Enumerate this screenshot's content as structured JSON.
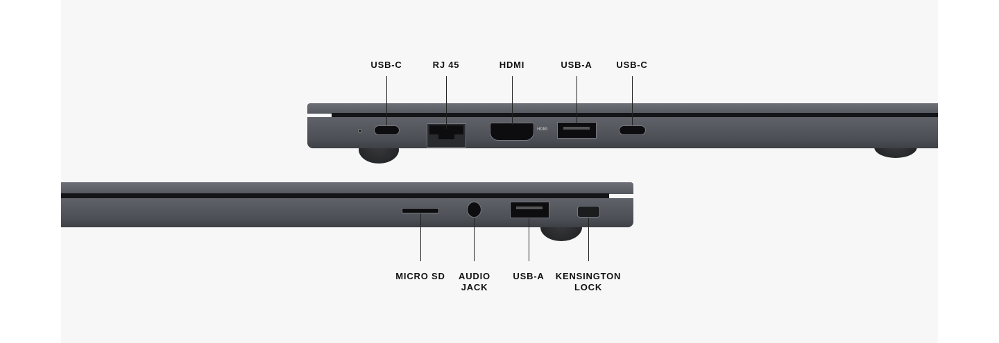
{
  "top_side": {
    "ports": [
      {
        "label": "USB-C"
      },
      {
        "label": "RJ 45"
      },
      {
        "label": "HDMI"
      },
      {
        "label": "USB-A"
      },
      {
        "label": "USB-C"
      }
    ],
    "hdmi_logo": "HDMI"
  },
  "bottom_side": {
    "ports": [
      {
        "label": "MICRO SD"
      },
      {
        "label": "AUDIO JACK",
        "line1": "AUDIO",
        "line2": "JACK"
      },
      {
        "label": "USB-A"
      },
      {
        "label": "KENSINGTON LOCK",
        "line1": "KENSINGTON",
        "line2": "LOCK"
      }
    ]
  },
  "colors": {
    "background": "#f7f7f7",
    "laptop_body": "#55585e"
  }
}
